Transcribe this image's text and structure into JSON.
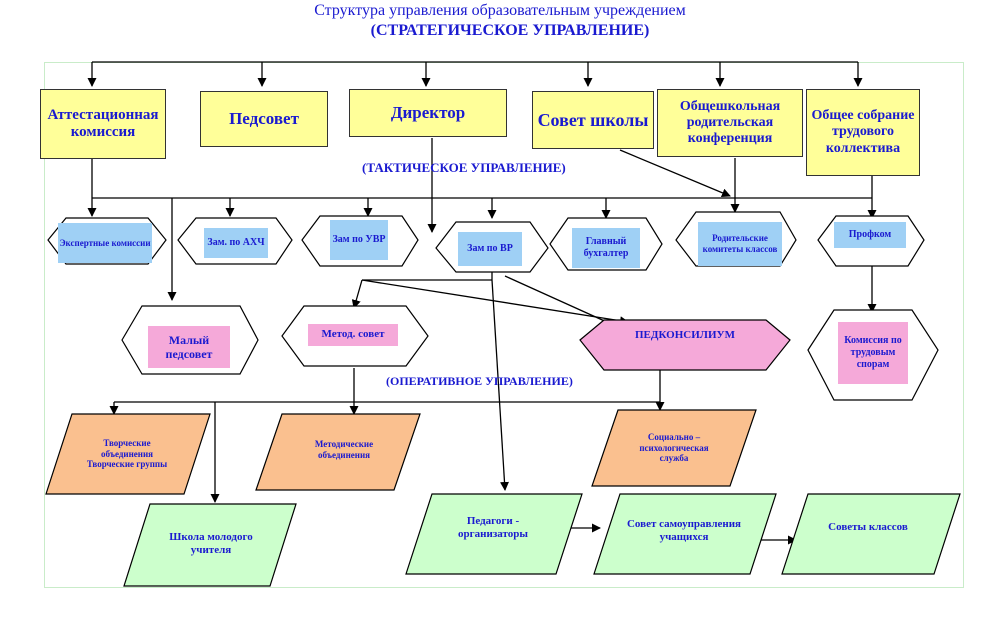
{
  "title": "Структура управления образовательным учреждением",
  "subtitle": "(СТРАТЕГИЧЕСКОЕ УПРАВЛЕНИЕ)",
  "sections": {
    "tactical": "(ТАКТИЧЕСКОЕ УПРАВЛЕНИЕ)",
    "operative": "(ОПЕРАТИВНОЕ УПРАВЛЕНИЕ)"
  },
  "strategic": {
    "attestation": "Аттестационная комиссия",
    "pedsovet": "Педсовет",
    "director": "Директор",
    "school_council": "Совет школы",
    "parent_conference": "Общешкольная родительская конференция",
    "general_meeting": "Общее собрание трудового коллектива"
  },
  "tactical": {
    "expert": "Экспертные комиссии",
    "zam_ahch": "Зам. по АХЧ",
    "zam_uvr": "Зам по УВР",
    "zam_vr": "Зам по ВР",
    "accountant": "Главный бухгалтер",
    "parent_committees": "Родительские комитеты классов",
    "profkom": "Профком"
  },
  "operative": {
    "small_pedsovet": "Малый педсовет",
    "metod_sovet": "Метод. совет",
    "pedkonsilium": "ПЕДКОНСИЛИУМ",
    "labor_disputes": "Комиссия по трудовым спорам",
    "creative": "Творческие объединения Творческие группы",
    "methodical": "Методические объединения",
    "social": "Социально – психологическая служба",
    "young_teacher": "Школа молодого учителя",
    "organizers": "Педагоги - организаторы",
    "self_government": "Совет самоуправления учащихся",
    "class_councils": "Советы классов"
  },
  "colors": {
    "text": "#1a1ad0",
    "yellow": "#ffff99",
    "blue_label": "#9fd0f5",
    "pink": "#f5a9d9",
    "orange": "#fac08f",
    "green": "#ccffcc"
  }
}
